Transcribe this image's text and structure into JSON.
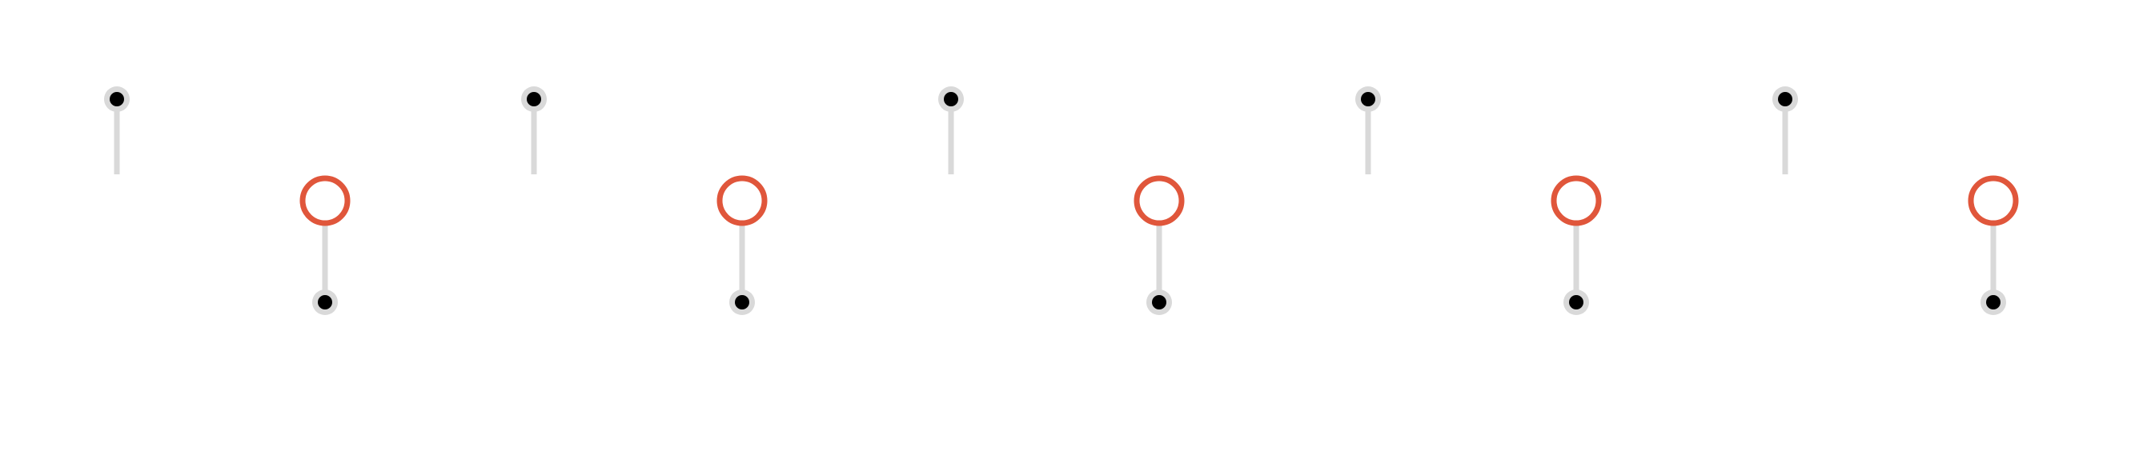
{
  "diagram": {
    "repeat_units": [
      {
        "index": 1
      },
      {
        "index": 2
      },
      {
        "index": 3
      },
      {
        "index": 4
      },
      {
        "index": 5
      }
    ],
    "colors": {
      "background": "#ffffff",
      "stem": "#d9d9d9",
      "pin_halo": "#d9d9d9",
      "pin_core": "#000000",
      "ring": "#e0563b"
    },
    "icons": {
      "top_pin": "top-pin-icon",
      "ring": "ring-icon",
      "bottom_pin": "bottom-pin-icon"
    }
  }
}
